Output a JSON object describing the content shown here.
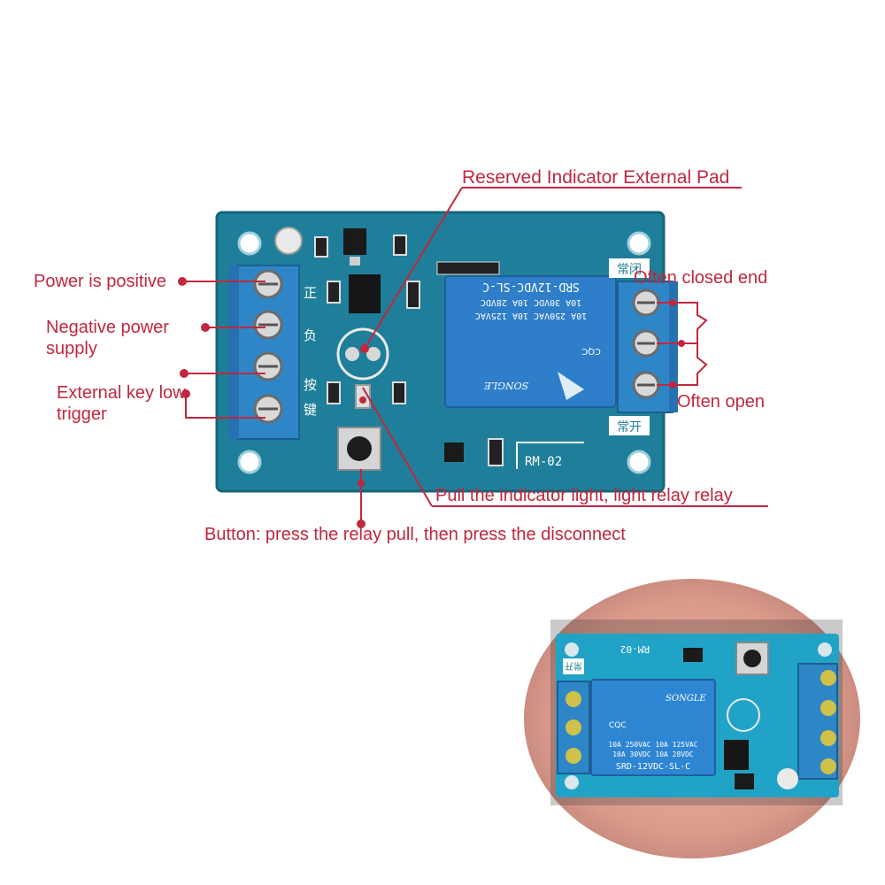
{
  "callouts": {
    "reserved_indicator": "Reserved Indicator External Pad",
    "power_positive": "Power is positive",
    "negative_power": "Negative power supply",
    "external_key": "External key low trigger",
    "often_closed": "Often closed end",
    "often_open": "Often open",
    "pull_indicator": "Pull the indicator light, light relay relay",
    "button_desc": "Button: press the relay pull, then press the disconnect"
  },
  "board": {
    "model": "RM-02",
    "relay_line1": "SRD-12VDC-SL-C",
    "relay_line2": "10A 30VDC 10A 28VDC",
    "relay_line3": "10A 250VAC 10A 125VAC",
    "relay_brand": "SONGLE",
    "relay_cert": "CQC",
    "silk_nc": "常闭",
    "silk_no": "常开",
    "silk_pos": "正",
    "silk_neg": "负",
    "silk_key": "按",
    "silk_key2": "键"
  },
  "inset": {
    "model": "RM-02",
    "silk_no": "常开",
    "relay_brand": "SONGLE",
    "relay_cert": "CQC",
    "relay_line1": "10A 250VAC 10A 125VAC",
    "relay_line2": "10A 30VDC 10A 28VDC",
    "relay_line3": "SRD-12VDC-SL-C"
  },
  "colors": {
    "pcb": "#1f7f9a",
    "terminal": "#2f86c6",
    "relay": "#2e7ec9",
    "callout": "#c0273d"
  }
}
